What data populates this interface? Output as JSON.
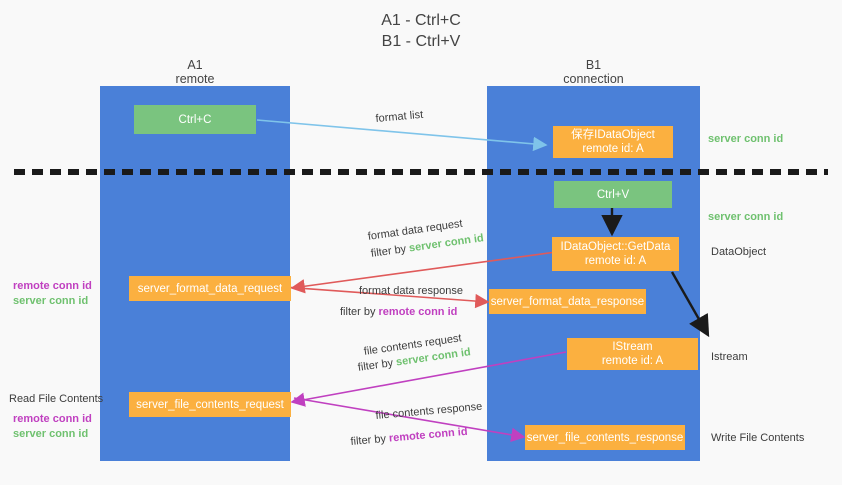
{
  "title": {
    "line1": "A1 - Ctrl+C",
    "line2": "B1 - Ctrl+V"
  },
  "columns": [
    {
      "name": "A1",
      "sub": "remote"
    },
    {
      "name": "B1",
      "sub": "connection"
    }
  ],
  "boxes": {
    "ctrl_c": "Ctrl+C",
    "ctrl_v": "Ctrl+V",
    "save_idataobject_l1": "保存IDataObject",
    "save_idataobject_l2": "remote id: A",
    "getdata_l1": "IDataObject::GetData",
    "getdata_l2": "remote id: A",
    "istream_l1": "IStream",
    "istream_l2": "remote id: A",
    "server_format_data_request": "server_format_data_request",
    "server_format_data_response": "server_format_data_response",
    "server_file_contents_request": "server_file_contents_request",
    "server_file_contents_response": "server_file_contents_response"
  },
  "edge_labels": {
    "format_list": "format list",
    "format_data_request": "format data request",
    "format_data_filter_pre": "filter by ",
    "format_data_filter_key": "server conn id",
    "format_data_response": "format data response",
    "format_data_resp_filter_pre": "filter by ",
    "format_data_resp_filter_key": "remote conn id",
    "file_contents_request": "file contents request",
    "file_req_filter_pre": "filter by ",
    "file_req_filter_key": "server conn id",
    "file_contents_response": "file contents response",
    "file_resp_filter_pre": "filter by ",
    "file_resp_filter_key": "remote conn id"
  },
  "right_labels": {
    "server_conn_id_1": "server conn id",
    "server_conn_id_2": "server conn id",
    "dataobject": "DataObject",
    "istream": "Istream",
    "write_file_contents": "Write File Contents"
  },
  "left_labels": {
    "remote_conn_id_1": "remote conn id",
    "server_conn_id_1": "server conn id",
    "read_file_contents": "Read File Contents",
    "remote_conn_id_2": "remote conn id",
    "server_conn_id_2": "server conn id"
  },
  "colors": {
    "column_blue": "#4a80d8",
    "box_green": "#7ac47f",
    "box_orange": "#fbb040",
    "accent_green_text": "#6fc16f",
    "accent_purple_text": "#c040c0",
    "arrow_red": "#e05a5a",
    "arrow_magenta": "#c040c0",
    "arrow_lightblue": "#7fc4ea",
    "arrow_black": "#1a1a1a",
    "background": "#f9f9f9"
  }
}
